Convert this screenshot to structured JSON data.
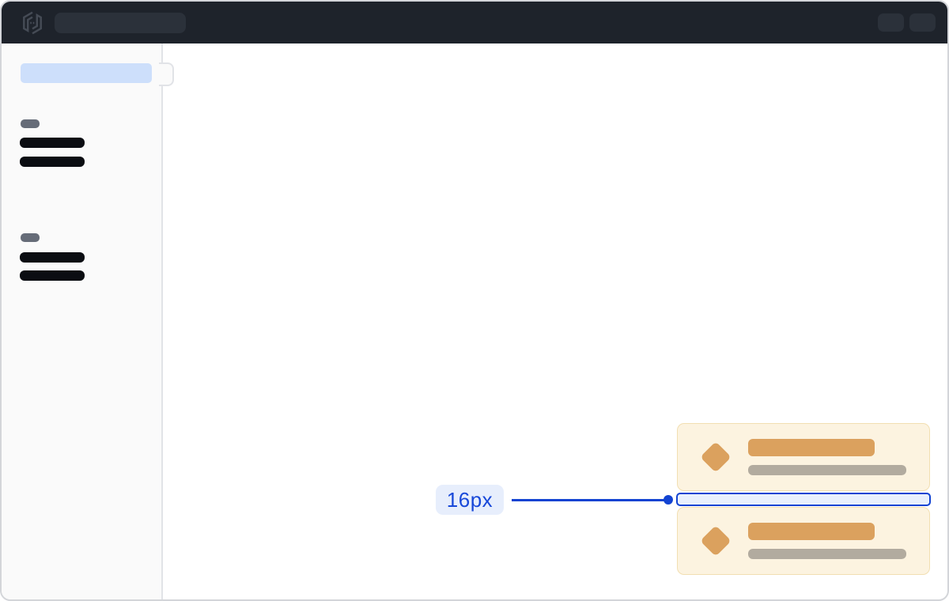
{
  "annotation": {
    "label": "16px"
  },
  "header": {
    "logo_icon": "hashicorp-logo-icon",
    "search_skeleton": "search-placeholder",
    "action_skeletons": [
      "header-action-placeholder-1",
      "header-action-placeholder-2"
    ]
  },
  "sidebar": {
    "active_item_skeleton": "active-nav-item-placeholder",
    "toggle_handle": "sidebar-collapse-handle",
    "groups": [
      {
        "section_label_skeleton": true,
        "item_skeletons": 2
      },
      {
        "section_label_skeleton": true,
        "item_skeletons": 2
      }
    ]
  },
  "cards": [
    {
      "icon": "diamond-icon",
      "title_skeleton": true,
      "subtitle_skeleton": true
    },
    {
      "icon": "diamond-icon",
      "title_skeleton": true,
      "subtitle_skeleton": true
    }
  ],
  "colors": {
    "accent_blue": "#1243d2",
    "annotation_label_bg": "#e7eefc",
    "annotation_gap_fill": "#e9f0fd",
    "card_bg": "#fcf3e0",
    "card_border": "#f2dfb2",
    "card_accent_orange": "#dba15e",
    "card_muted_gray": "#b2ab9f",
    "header_bg": "#1e232b",
    "header_skeleton": "#2b313a",
    "sidebar_bg": "#fafafa",
    "sidebar_active_bg": "#cddffb",
    "sidebar_section_gray": "#666c78",
    "sidebar_item_black": "#0b0d12",
    "frame_border": "#d3d5d9"
  }
}
